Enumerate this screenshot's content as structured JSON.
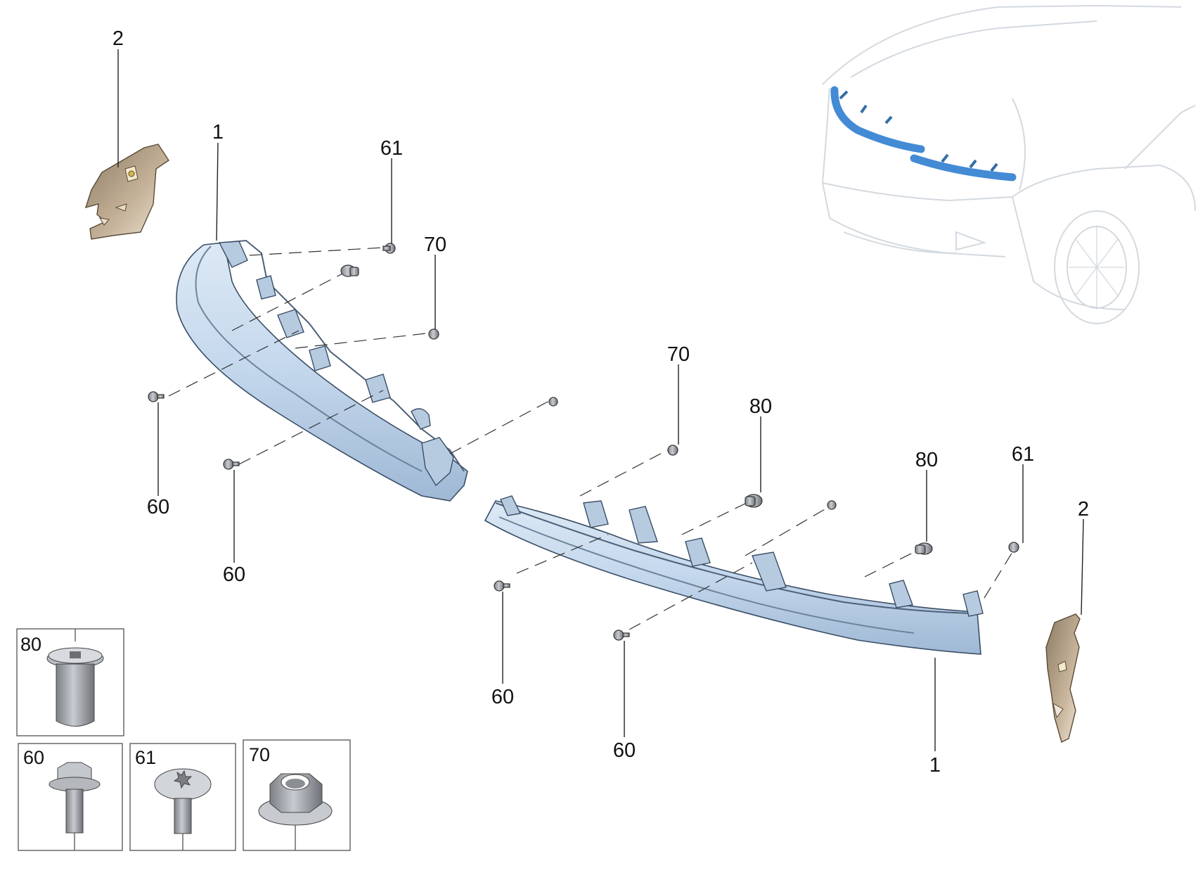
{
  "callouts": {
    "bracket_left": "2",
    "bracket_right": "2",
    "cover_left": "1",
    "cover_right": "1",
    "screw61_top": "61",
    "screw61_right": "61",
    "nut70_left": "70",
    "nut70_right": "70",
    "nut80_a": "80",
    "nut80_b": "80",
    "bolt60_a": "60",
    "bolt60_b": "60",
    "bolt60_c": "60",
    "bolt60_d": "60"
  },
  "legend": {
    "box80": "80",
    "box60": "60",
    "box61": "61",
    "box70": "70"
  },
  "colors": {
    "part_fill": "#c9dcef",
    "part_shadow": "#9db6d2",
    "bracket_fill": "#b8a58d",
    "vehicle_highlight": "#2f7fd0",
    "vehicle_line": "#cfd5dc",
    "fastener_fill": "#a9adb2"
  },
  "icons": {
    "vehicle": "car-rear-locator-icon",
    "fastener_80": "rivet-nut-icon",
    "fastener_60": "hex-flange-bolt-icon",
    "fastener_61": "torx-pan-screw-icon",
    "fastener_70": "flange-nut-icon"
  }
}
